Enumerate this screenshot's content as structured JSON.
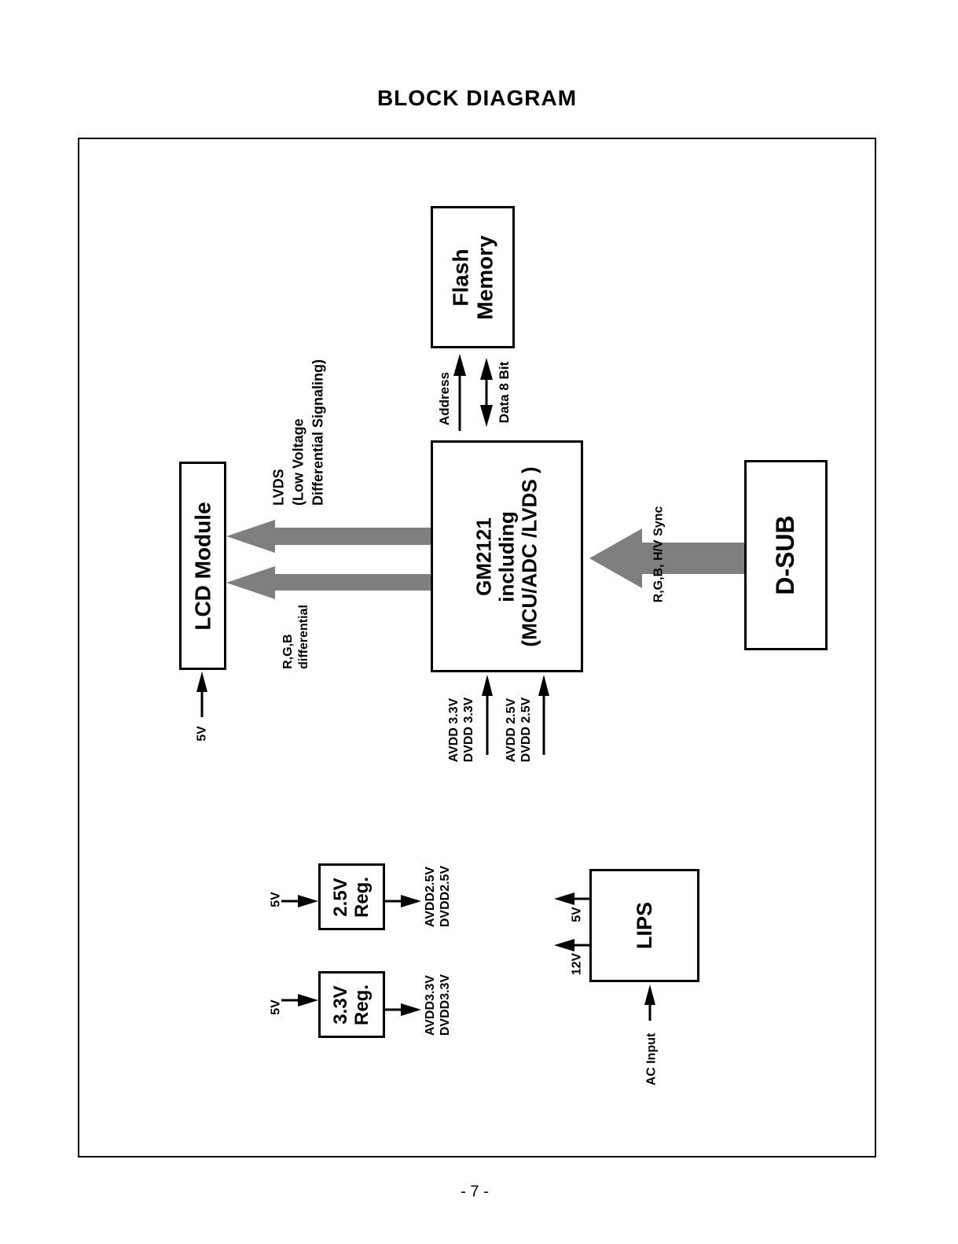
{
  "page": {
    "title": "BLOCK DIAGRAM",
    "page_number": "- 7 -"
  },
  "colors": {
    "arrow_gray": "#7f7f7f",
    "line_black": "#000000"
  },
  "boxes": {
    "flash_memory": {
      "line1": "Flash",
      "line2": "Memory"
    },
    "gm2121": {
      "line1": "GM2121",
      "line2": "including",
      "line3": "(MCU/ADC /LVDS )"
    },
    "lcd_module": {
      "label": "LCD Module"
    },
    "d_sub": {
      "label": "D-SUB"
    },
    "lips": {
      "label": "LIPS"
    },
    "reg_2_5v": {
      "line1": "2.5V",
      "line2": "Reg."
    },
    "reg_3_3v": {
      "line1": "3.3V",
      "line2": "Reg."
    }
  },
  "labels": {
    "address": "Address",
    "data_8bit": "Data 8 Bit",
    "lvds": {
      "line1": "LVDS",
      "line2": "(Low Voltage",
      "line3": "Differential Signaling)"
    },
    "rgb_differential": {
      "line1": "R,G,B",
      "line2": "differential"
    },
    "rgb_hv_sync": "R,G,B, H/V Sync",
    "lcd_5v": "5V",
    "avdd_3_3": {
      "line1": "AVDD 3.3V",
      "line2": "DVDD 3.3V"
    },
    "avdd_2_5": {
      "line1": "AVDD 2.5V",
      "line2": "DVDD 2.5V"
    },
    "reg25_in": "5V",
    "reg25_out": {
      "line1": "AVDD2.5V",
      "line2": "DVDD2.5V"
    },
    "reg33_in": "5V",
    "reg33_out": {
      "line1": "AVDD3.3V",
      "line2": "DVDD3.3V"
    },
    "lips_5v": "5V",
    "lips_12v": "12V",
    "ac_input": "AC Input"
  }
}
